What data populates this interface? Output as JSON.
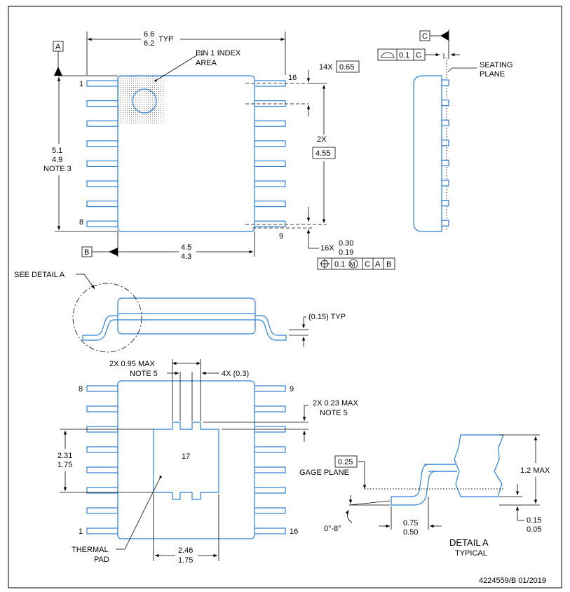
{
  "top_view": {
    "datum_a": "A",
    "datum_b": "B",
    "width_typ_max": "6.6",
    "width_typ_min": "6.2",
    "width_typ_suffix": "TYP",
    "pin1_label_line1": "PIN 1 INDEX",
    "pin1_label_line2": "AREA",
    "length_max": "5.1",
    "length_min": "4.9",
    "length_note": "NOTE 3",
    "pin_1": "1",
    "pin_8": "8",
    "pin_9": "9",
    "pin_16": "16",
    "pitch_count": "14X",
    "pitch_value": "0.65",
    "span_count": "2X",
    "span_value": "4.55",
    "body_width_max": "4.5",
    "body_width_min": "4.3",
    "lead_width_count": "16X",
    "lead_width_max": "0.30",
    "lead_width_min": "0.19",
    "fcf_symbol": "⌖",
    "fcf_tolerance": "0.1",
    "fcf_modifier": "M",
    "fcf_datum1": "C",
    "fcf_datum2": "A",
    "fcf_datum3": "B"
  },
  "side_view": {
    "datum_c": "C",
    "flatness_symbol": "⌓",
    "flatness_value": "0.1",
    "flatness_datum": "C",
    "seating_line1": "SEATING",
    "seating_line2": "PLANE"
  },
  "front_view": {
    "see_detail": "SEE DETAIL  A",
    "standoff": "(0.15) TYP"
  },
  "bottom_view": {
    "tab_width": "2X 0.95 MAX",
    "tab_width_note": "NOTE 5",
    "slot_width": "4X (0.3)",
    "tab_height": "2X 0.23 MAX",
    "tab_height_note": "NOTE 5",
    "pad_height_max": "2.31",
    "pad_height_min": "1.75",
    "pad_number": "17",
    "pad_width_max": "2.46",
    "pad_width_min": "1.75",
    "thermal_line1": "THERMAL",
    "thermal_line2": "PAD",
    "pin_1": "1",
    "pin_8": "8",
    "pin_9": "9",
    "pin_16": "16"
  },
  "detail_a": {
    "gage_value": "0.25",
    "gage_label": "GAGE PLANE",
    "height_max": "1.2 MAX",
    "angle": "0°-8°",
    "foot_max": "0.75",
    "foot_min": "0.50",
    "standoff_max": "0.15",
    "standoff_min": "0.05",
    "title": "DETAIL A",
    "subtitle": "TYPICAL"
  },
  "footer": {
    "doc_id": "4224559/B   01/2019"
  }
}
